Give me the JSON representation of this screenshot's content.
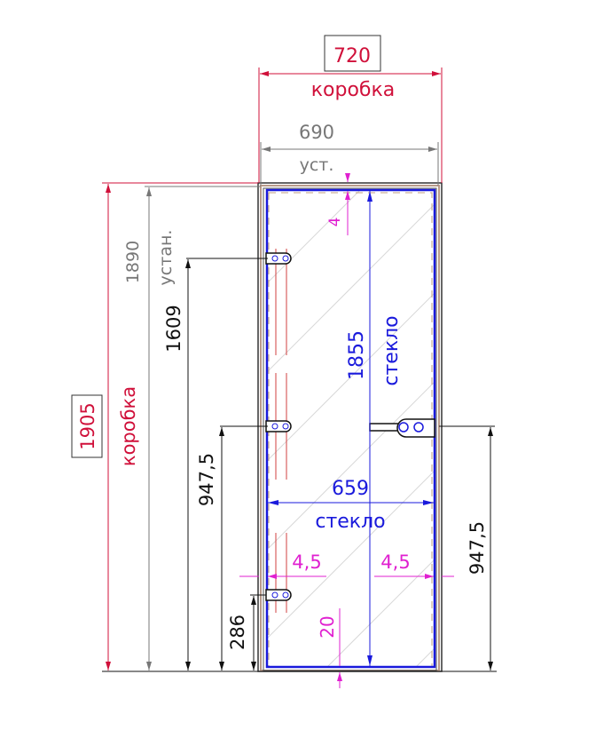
{
  "top": {
    "frame_width": "720",
    "frame_label": "коробка",
    "install_width": "690",
    "install_label": "уст."
  },
  "left": {
    "frame_height": "1905",
    "frame_label": "коробка",
    "install_height": "1890",
    "install_label": "устан.",
    "top_hinge": "1609",
    "middle_hinge": "947,5",
    "bottom_hinge": "286"
  },
  "right": {
    "handle_height": "947,5"
  },
  "glass": {
    "height": "1855",
    "height_label": "стекло",
    "width": "659",
    "width_label": "стекло",
    "gap_top": "4",
    "gap_left": "4,5",
    "gap_right": "4,5",
    "gap_bottom": "20"
  },
  "colors": {
    "frame_dim": "#d0103a",
    "glass_dim": "#1a1adc",
    "gap_dim": "#e020d0"
  }
}
